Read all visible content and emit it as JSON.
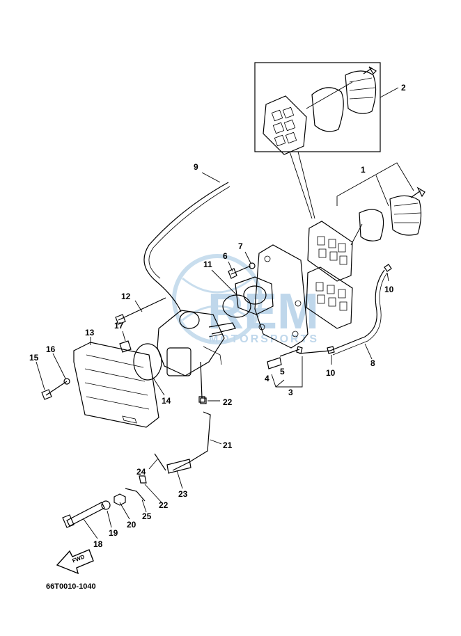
{
  "callouts": {
    "c1": "1",
    "c2": "2",
    "c3": "3",
    "c4": "4",
    "c5": "5",
    "c6": "6",
    "c7": "7",
    "c8": "8",
    "c9": "9",
    "c10a": "10",
    "c10b": "10",
    "c11": "11",
    "c12": "12",
    "c13": "13",
    "c14": "14",
    "c15": "15",
    "c16": "16",
    "c17": "17",
    "c18": "18",
    "c19": "19",
    "c20": "20",
    "c21": "21",
    "c22a": "22",
    "c22b": "22",
    "c23": "23",
    "c24": "24",
    "c25": "25"
  },
  "fwd_label": "FWD",
  "diagram_code": "66T0010-1040",
  "watermark": {
    "brand": "REM",
    "sub": "MOTORSPORTS",
    "color": "#9cc3e0"
  }
}
